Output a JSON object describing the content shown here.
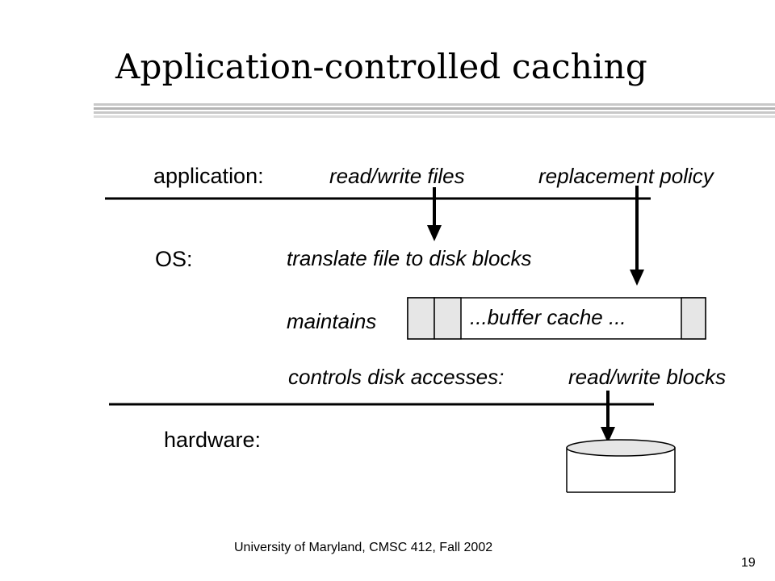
{
  "slide": {
    "title": "Application-controlled caching",
    "footer": "University of Maryland, CMSC 412, Fall 2002",
    "page_number": "19"
  },
  "diagram": {
    "layers": {
      "application": "application:",
      "os": "OS:",
      "hardware": "hardware:"
    },
    "labels": {
      "read_write_files": "read/write files",
      "replacement_policy": "replacement policy",
      "translate": "translate file to disk blocks",
      "maintains": "maintains",
      "buffer_cache": "...buffer cache ...",
      "controls_disk_accesses": "controls disk accesses:",
      "read_write_blocks": "read/write blocks"
    },
    "colors": {
      "stripe_gray": "#b0b0b0",
      "cell_fill": "#e6e6e6"
    }
  }
}
